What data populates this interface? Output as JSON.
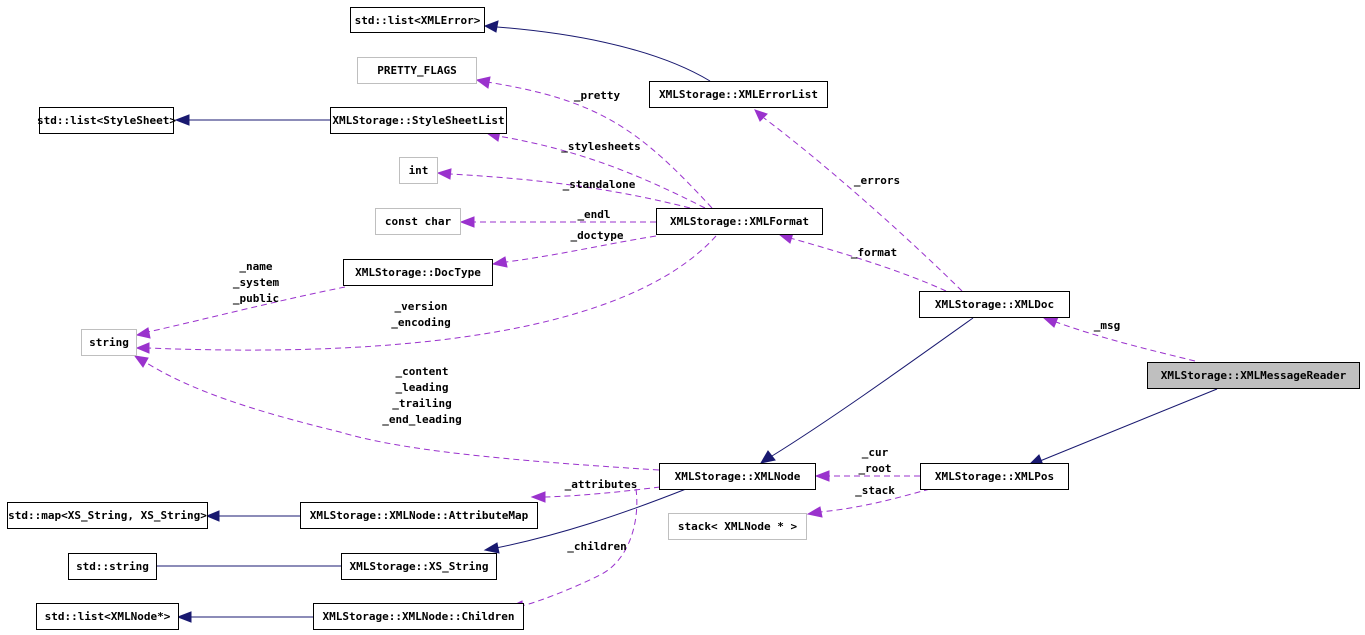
{
  "nodes": {
    "std_list_xmlerror": "std::list<XMLError>",
    "pretty_flags": "PRETTY_FLAGS",
    "xmlerrorlist": "XMLStorage::XMLErrorList",
    "std_list_stylesheet": "std::list<StyleSheet>",
    "stylesheetlist": "XMLStorage::StyleSheetList",
    "int": "int",
    "const_char": "const char",
    "xmlformat": "XMLStorage::XMLFormat",
    "doctype": "XMLStorage::DocType",
    "xmldoc": "XMLStorage::XMLDoc",
    "string": "string",
    "xmlmessagereader": "XMLStorage::XMLMessageReader",
    "xmlnode": "XMLStorage::XMLNode",
    "xmlpos": "XMLStorage::XMLPos",
    "std_map": "std::map<XS_String, XS_String>",
    "attributemap": "XMLStorage::XMLNode::AttributeMap",
    "stack_xmlnode": "stack< XMLNode * >",
    "std_string": "std::string",
    "xs_string": "XMLStorage::XS_String",
    "std_list_xmlnode": "std::list<XMLNode*>",
    "children": "XMLStorage::XMLNode::Children"
  },
  "edge_labels": {
    "pretty": "_pretty",
    "stylesheets": "_stylesheets",
    "standalone": "_standalone",
    "endl": "_endl",
    "doctype": "_doctype",
    "errors": "_errors",
    "format": "_format",
    "name_system_public": "_name\n_system\n_public",
    "version_encoding": "_version\n_encoding",
    "msg": "_msg",
    "content_group": "_content\n_leading\n_trailing\n_end_leading",
    "cur_root": "_cur\n_root",
    "stack": "_stack",
    "attributes": "_attributes",
    "children": "_children"
  },
  "colors": {
    "inheritance": "#191970",
    "usage": "#9a32cd",
    "focus_fill": "#bfbfbf",
    "external_border": "#bfbfbf"
  }
}
